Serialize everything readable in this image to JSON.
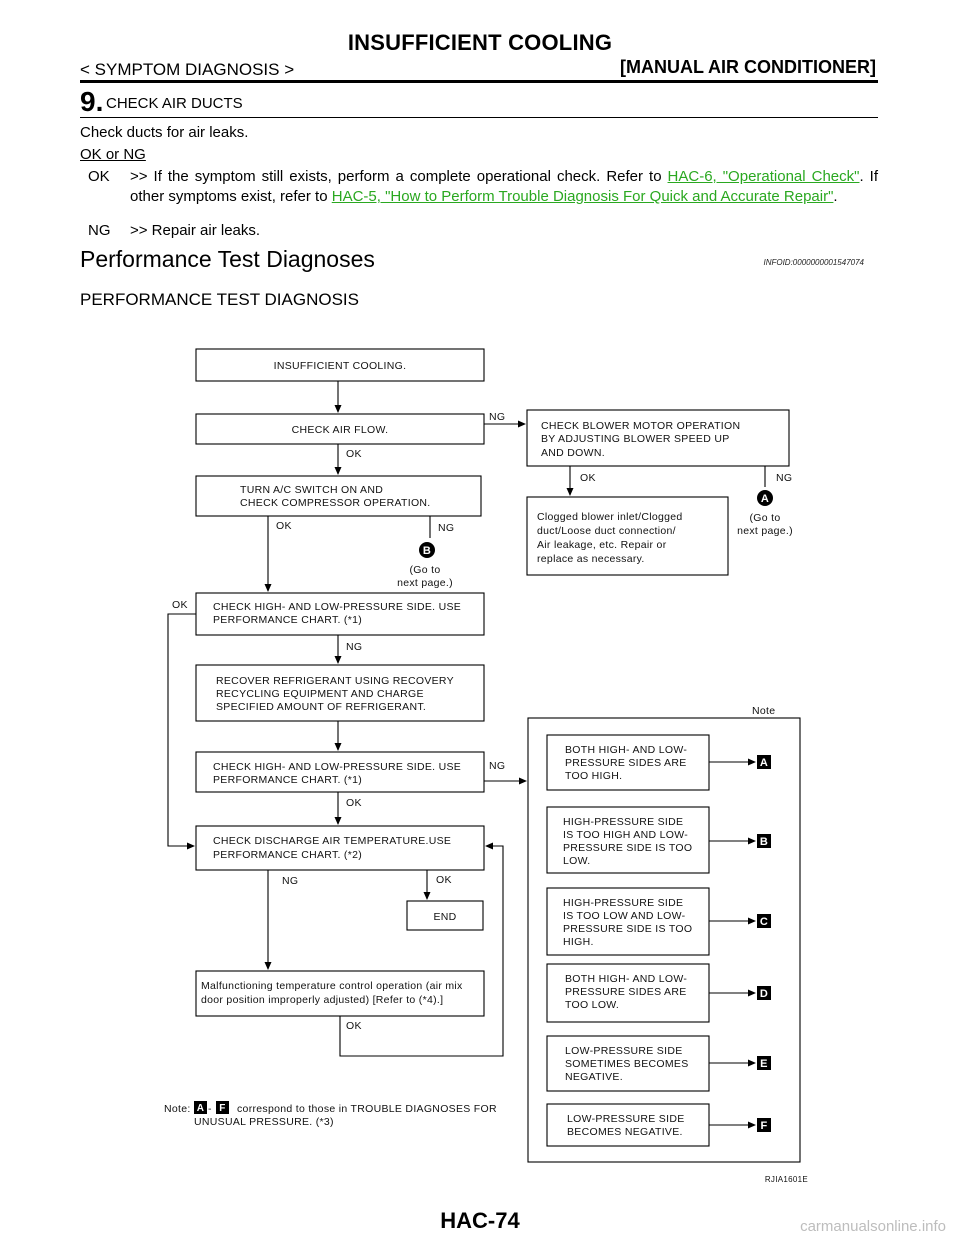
{
  "header": {
    "title": "INSUFFICIENT COOLING",
    "section": "< SYMPTOM DIAGNOSIS >",
    "manual": "[MANUAL AIR CONDITIONER]"
  },
  "step": {
    "number": "9.",
    "title": "CHECK AIR DUCTS",
    "instruction": "Check ducts for air leaks.",
    "result_heading": "OK or NG",
    "ok_label": "OK",
    "ok_text_1": ">> If the symptom still exists, perform a complete operational check. Refer to ",
    "ok_link_1": "HAC-6, \"Operational Check\"",
    "ok_text_2": ". If other symptoms exist, refer to ",
    "ok_link_2": "HAC-5, \"How to Perform Trouble Diagnosis For Quick and Accurate Repair\"",
    "ok_text_3": ".",
    "ng_label": "NG",
    "ng_text": ">> Repair air leaks."
  },
  "section": {
    "title": "Performance Test Diagnoses",
    "info_id": "INFOID:0000000001547074",
    "subtitle": "PERFORMANCE TEST DIAGNOSIS"
  },
  "flow": {
    "box1": "INSUFFICIENT COOLING.",
    "box2": "CHECK AIR FLOW.",
    "box_blower": [
      "CHECK BLOWER MOTOR OPERATION",
      "BY ADJUSTING BLOWER SPEED UP",
      "AND DOWN."
    ],
    "box_clogged": [
      "Clogged blower inlet/Clogged",
      "duct/Loose duct connection/",
      "Air leakage, etc. Repair or",
      "replace as necessary."
    ],
    "box3": [
      "TURN A/C SWITCH ON AND",
      "CHECK COMPRESSOR OPERATION."
    ],
    "box4": [
      "CHECK HIGH- AND LOW-PRESSURE SIDE. USE",
      "PERFORMANCE CHART. (*1)"
    ],
    "box5": [
      "RECOVER REFRIGERANT USING RECOVERY",
      "RECYCLING EQUIPMENT AND CHARGE",
      "SPECIFIED AMOUNT OF REFRIGERANT."
    ],
    "box6": [
      "CHECK HIGH- AND LOW-PRESSURE SIDE. USE",
      "PERFORMANCE CHART. (*1)"
    ],
    "box7": [
      "CHECK DISCHARGE AIR TEMPERATURE.USE",
      "PERFORMANCE CHART. (*2)"
    ],
    "box_end": "END",
    "box8": [
      "Malfunctioning temperature control operation (air mix",
      "door position improperly adjusted) [Refer to (*4).]"
    ],
    "ok": "OK",
    "ng": "NG",
    "goto": [
      "(Go to",
      "next page.)"
    ],
    "marker_a": "A",
    "marker_b": "B",
    "note_title": "Note",
    "note_items": [
      {
        "text": [
          "BOTH HIGH- AND LOW-",
          "PRESSURE SIDES ARE",
          "TOO HIGH."
        ],
        "marker": "A"
      },
      {
        "text": [
          "HIGH-PRESSURE SIDE",
          "IS TOO HIGH AND LOW-",
          "PRESSURE SIDE IS TOO",
          "LOW."
        ],
        "marker": "B"
      },
      {
        "text": [
          "HIGH-PRESSURE SIDE",
          "IS TOO LOW AND LOW-",
          "PRESSURE SIDE IS TOO",
          "HIGH."
        ],
        "marker": "C"
      },
      {
        "text": [
          "BOTH HIGH- AND LOW-",
          "PRESSURE SIDES ARE",
          "TOO LOW."
        ],
        "marker": "D"
      },
      {
        "text": [
          "LOW-PRESSURE SIDE",
          "SOMETIMES BECOMES",
          "NEGATIVE."
        ],
        "marker": "E"
      },
      {
        "text": [
          "LOW-PRESSURE SIDE",
          "BECOMES NEGATIVE."
        ],
        "marker": "F"
      }
    ],
    "footnote_prefix": "Note:",
    "footnote_from": "A",
    "footnote_dash": "-",
    "footnote_to": "F",
    "footnote_line1": "correspond to those in TROUBLE DIAGNOSES FOR",
    "footnote_line2": "UNUSUAL PRESSURE. (*3)",
    "figure_id": "RJIA1601E"
  },
  "footer": {
    "page": "HAC-74",
    "watermark": "carmanualsonline.info"
  }
}
